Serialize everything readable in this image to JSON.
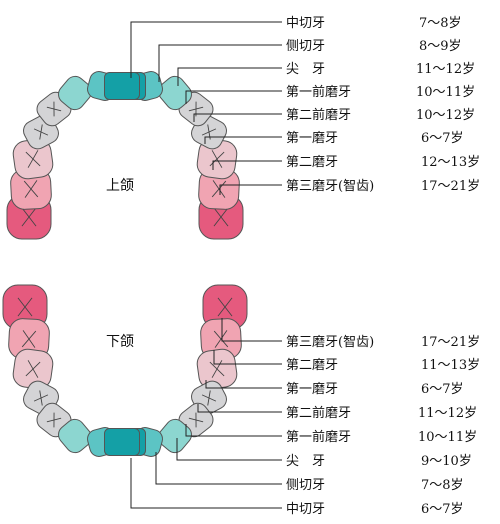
{
  "upper": {
    "jaw_label": "上颌",
    "rows": [
      {
        "name": "中切牙",
        "age": "7～8岁"
      },
      {
        "name": "侧切牙",
        "age": "8～9岁"
      },
      {
        "name": "尖　牙",
        "age": "11～12岁"
      },
      {
        "name": "第一前磨牙",
        "age": "10～11岁"
      },
      {
        "name": "第二前磨牙",
        "age": "10～12岁"
      },
      {
        "name": "第一磨牙",
        "age": "6～7岁"
      },
      {
        "name": "第二磨牙",
        "age": "12～13岁"
      },
      {
        "name": "第三磨牙(智齿)",
        "age": "17～21岁"
      }
    ]
  },
  "lower": {
    "jaw_label": "下颌",
    "rows": [
      {
        "name": "第三磨牙(智齿)",
        "age": "17～21岁"
      },
      {
        "name": "第二磨牙",
        "age": "11～13岁"
      },
      {
        "name": "第一磨牙",
        "age": "6～7岁"
      },
      {
        "name": "第二前磨牙",
        "age": "11～12岁"
      },
      {
        "name": "第一前磨牙",
        "age": "10～11岁"
      },
      {
        "name": "尖　牙",
        "age": "9～10岁"
      },
      {
        "name": "侧切牙",
        "age": "7～8岁"
      },
      {
        "name": "中切牙",
        "age": "6～7岁"
      }
    ]
  },
  "colors": {
    "central_incisor": "#14a0a6",
    "lateral_incisor": "#5cc4c4",
    "canine": "#8cd6d0",
    "premolar": "#d4d4d6",
    "first_molar": "#ebc6cd",
    "second_molar": "#f0a4b2",
    "third_molar": "#e55a7e"
  }
}
